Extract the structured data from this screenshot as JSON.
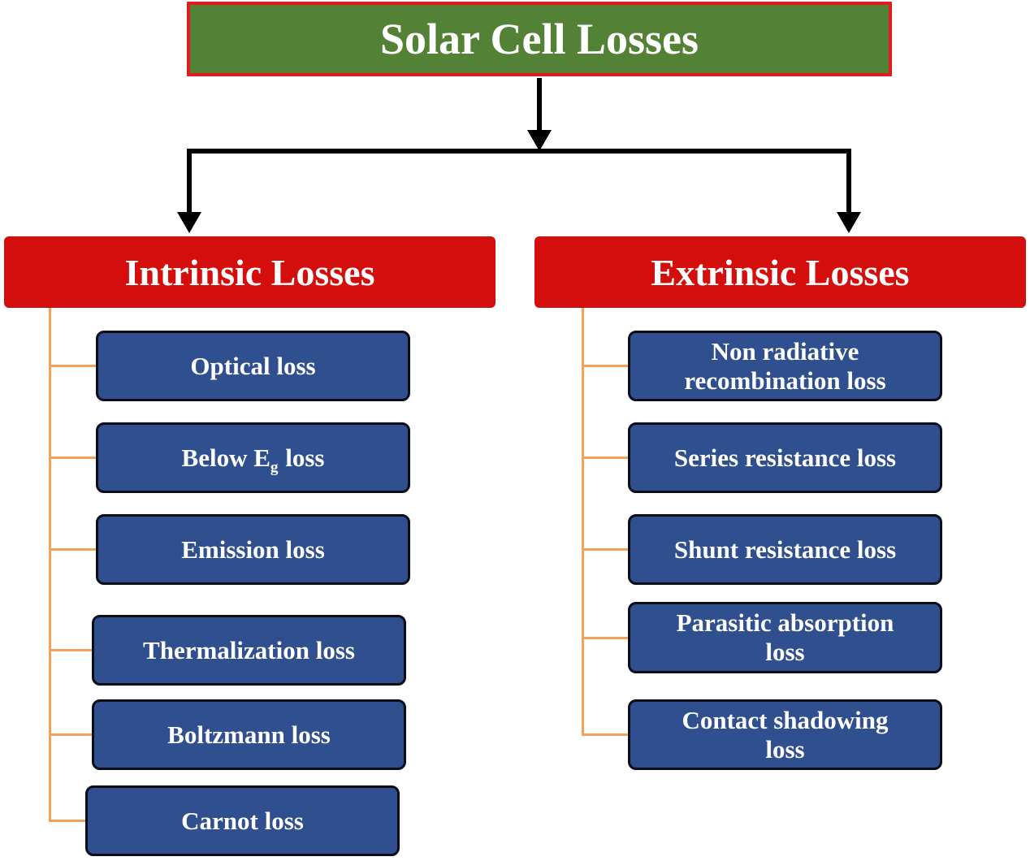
{
  "root": {
    "label": "Solar Cell Losses"
  },
  "branches": {
    "intrinsic": {
      "label": "Intrinsic Losses",
      "items": [
        {
          "label": "Optical loss"
        },
        {
          "prefix": "Below E",
          "sub": "g",
          "suffix": "loss"
        },
        {
          "label": "Emission loss"
        },
        {
          "label": "Thermalization loss"
        },
        {
          "label": "Boltzmann loss"
        },
        {
          "label": "Carnot loss"
        }
      ]
    },
    "extrinsic": {
      "label": "Extrinsic Losses",
      "items": [
        {
          "label": "Non radiative recombination loss"
        },
        {
          "label": "Series resistance loss"
        },
        {
          "label": "Shunt resistance loss"
        },
        {
          "label": "Parasitic absorption loss"
        },
        {
          "label": "Contact shadowing loss"
        }
      ]
    }
  },
  "colors": {
    "root-fill": "#538135",
    "root-border": "#e21c1c",
    "branch-fill": "#d40d0d",
    "leaf-fill": "#2f4f8e",
    "leaf-border": "#0d0d1a",
    "connector-black": "#000000",
    "connector-orange": "#f2a259"
  }
}
